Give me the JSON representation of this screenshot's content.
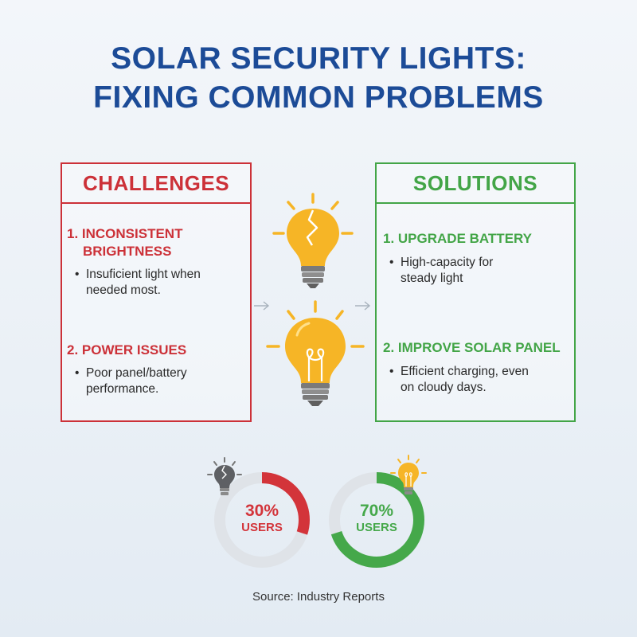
{
  "title": {
    "line1": "SOLAR SECURITY LIGHTS:",
    "line2": "FIXING COMMON PROBLEMS"
  },
  "challenges": {
    "header": "CHALLENGES",
    "items": [
      {
        "title_line1": "1. INCONSISTENT",
        "title_line2": "BRIGHTNESS",
        "desc_line1": "Insuficient light when",
        "desc_line2": "needed most."
      },
      {
        "title_line1": "2. POWER ISSUES",
        "desc_line1": "Poor panel/battery",
        "desc_line2": "performance."
      }
    ]
  },
  "solutions": {
    "header": "SOLUTIONS",
    "items": [
      {
        "title_line1": "1. UPGRADE BATTERY",
        "desc_line1": "High-capacity for",
        "desc_line2": "steady light"
      },
      {
        "title_line1": "2. IMPROVE SOLAR PANEL",
        "desc_line1": "Efficient charging, even",
        "desc_line2": "on cloudy days."
      }
    ]
  },
  "stats": [
    {
      "percent_label": "30%",
      "users_label": "USERS",
      "fraction": 0.3,
      "color": "#d3343a"
    },
    {
      "percent_label": "70%",
      "users_label": "USERS",
      "fraction": 0.7,
      "color": "#45a84a"
    }
  ],
  "colors": {
    "title": "#1c4b97",
    "challenge": "#cc3138",
    "solution": "#43a547",
    "bulb": "#f6b526",
    "ring_track": "#dfe3e8"
  },
  "source": "Source: Industry Reports"
}
